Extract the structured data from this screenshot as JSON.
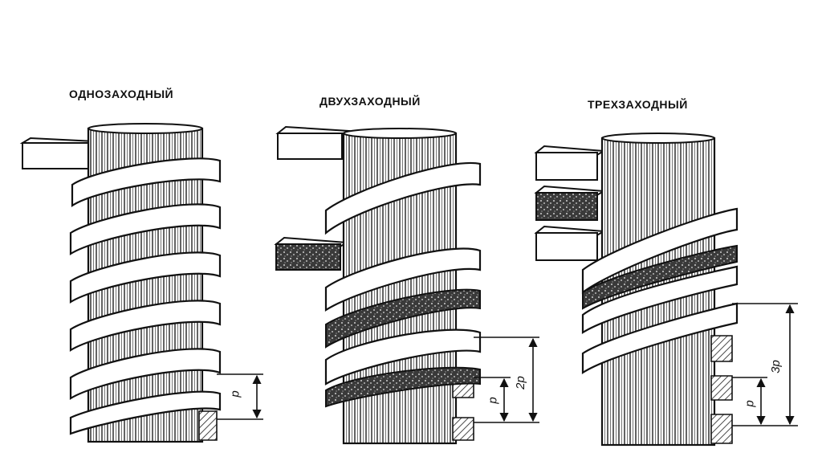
{
  "diagrams": [
    {
      "title": "ОДНОЗАХОДНЫЙ",
      "starts": 1,
      "pitch_label": "p"
    },
    {
      "title": "ДВУХЗАХОДНЫЙ",
      "starts": 2,
      "pitch_label": "p",
      "lead_label": "2p"
    },
    {
      "title": "ТРЕХЗАХОДНЫЙ",
      "starts": 3,
      "pitch_label": "p",
      "lead_label": "3p"
    }
  ],
  "colors": {
    "ink": "#1a1a1a",
    "paper": "#ffffff",
    "shade": "#6b6b6b"
  }
}
